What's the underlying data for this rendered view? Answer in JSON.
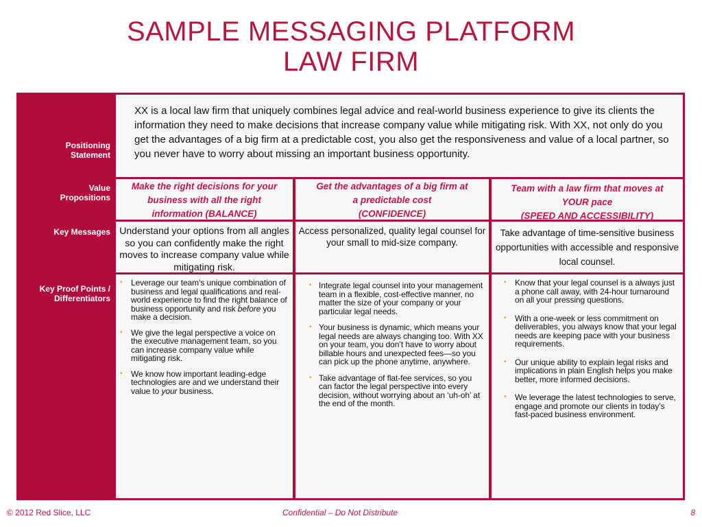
{
  "title": {
    "line1": "SAMPLE MESSAGING PLATFORM",
    "line2": "LAW FIRM"
  },
  "labels": {
    "positioning": [
      "Positioning",
      "Statement"
    ],
    "value": [
      "Value",
      "Propositions"
    ],
    "key": [
      "Key Messages"
    ],
    "proof": [
      "Key Proof Points /",
      "Differentiators"
    ]
  },
  "positioning_statement": "XX is a local law firm that uniquely combines legal advice and real-world business experience to give its clients the information they need to make decisions that increase company value while mitigating risk. With XX, not only do you get the advantages of a big firm at a predictable cost, you also get the responsiveness and value of a local partner, so you never have to worry about missing an important business opportunity.",
  "columns": [
    {
      "value_proposition": [
        "Make the right decisions for your",
        "business with all the right",
        "information (BALANCE)"
      ],
      "key_message": "Understand your options from all angles so you can confidently make the right moves to increase company value while mitigating risk.",
      "proof_points": [
        [
          "Leverage our team’s unique combination of business and legal qualifications and real-world experience to find the right balance of business opportunity and risk ",
          "before",
          " you make a decision."
        ],
        [
          "We give the legal perspective a voice on the executive management team, so you can increase company value while mitigating risk."
        ],
        [
          "We know how important leading-edge technologies are and we understand their value to ",
          "your",
          " business."
        ]
      ]
    },
    {
      "value_proposition": [
        "Get the advantages of a big firm at",
        "a predictable cost",
        "(CONFIDENCE)"
      ],
      "key_message": "Access personalized, quality legal counsel for your small to mid-size company.",
      "proof_points": [
        [
          "Integrate legal counsel into your management team in a flexible, cost-effective manner, no matter the size of your company or your particular legal needs."
        ],
        [
          "Your business is dynamic, which means your legal needs are always changing too. With XX on your team, you don’t have to worry about billable hours and unexpected fees—so you can pick up the phone anytime, anywhere."
        ],
        [
          "Take advantage of flat-fee services, so you can factor the legal perspective into every decision, without worrying about an ‘uh-oh’ at the end of the month."
        ]
      ]
    },
    {
      "value_proposition": [
        "Team with a law firm that moves at",
        "YOUR pace",
        "(SPEED AND ACCESSIBILITY)"
      ],
      "key_message": "Take advantage of time-sensitive business opportunities with accessible and responsive local counsel.",
      "proof_points": [
        [
          "Know that your legal counsel is a always just a phone call away, with 24-hour turnaround on all your pressing questions."
        ],
        [
          "With a one-week or less commitment on deliverables, you always know that your legal needs are keeping pace with your business requirements."
        ],
        [
          "Our unique ability to explain legal risks and implications in plain English helps you make better, more informed decisions."
        ],
        [
          "We leverage the latest technologies to serve, engage and promote our clients in today’s fast-paced business environment."
        ]
      ]
    }
  ],
  "footer": {
    "copyright": "© 2012 Red Slice, LLC",
    "confidential": "Confidential – Do Not Distribute",
    "page": "8"
  },
  "colors": {
    "accent": "#b00d3c",
    "title": "#b5173f",
    "bullet": "#e4a02a",
    "panel": "#f7f7f7"
  }
}
